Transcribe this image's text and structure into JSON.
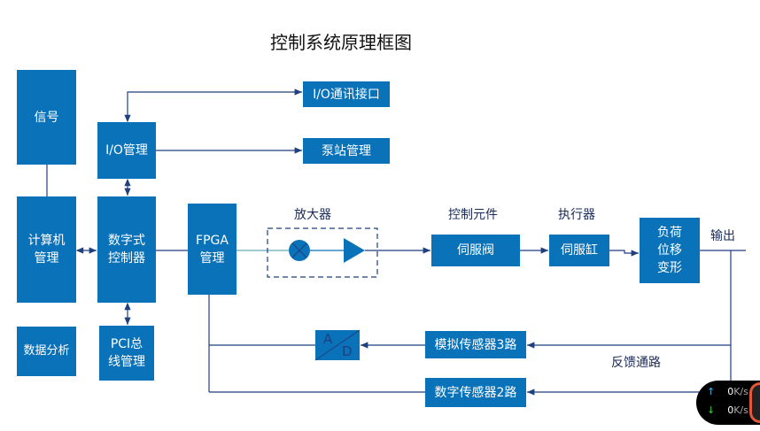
{
  "title": "控制系统原理框图",
  "boxes": {
    "signal": "信号",
    "computer": "计算机\n管理",
    "analysis": "数据分析",
    "io": "I/O管理",
    "controller": "数字式\n控制器",
    "pci": "PCI总\n线管理",
    "fpga": "FPGA\n管理",
    "io_comm": "I/O通讯接口",
    "pump": "泵站管理",
    "servo_valve": "伺服阀",
    "servo_cyl": "伺服缸",
    "load": "负荷\n位移\n变形",
    "analog": "模拟传感器3路",
    "digital": "数字传感器2路",
    "ad_a": "A",
    "ad_d": "D"
  },
  "labels": {
    "amplifier": "放大器",
    "control_elem": "控制元件",
    "actuator": "执行器",
    "output": "输出",
    "feedback": "反馈通路"
  },
  "widget": {
    "up": "0",
    "down": "0",
    "unit": "K/s",
    "up_icon": "arrow-up",
    "down_icon": "arrow-down"
  },
  "colors": {
    "box": "#0a72b8",
    "line": "#1f3f7f"
  }
}
